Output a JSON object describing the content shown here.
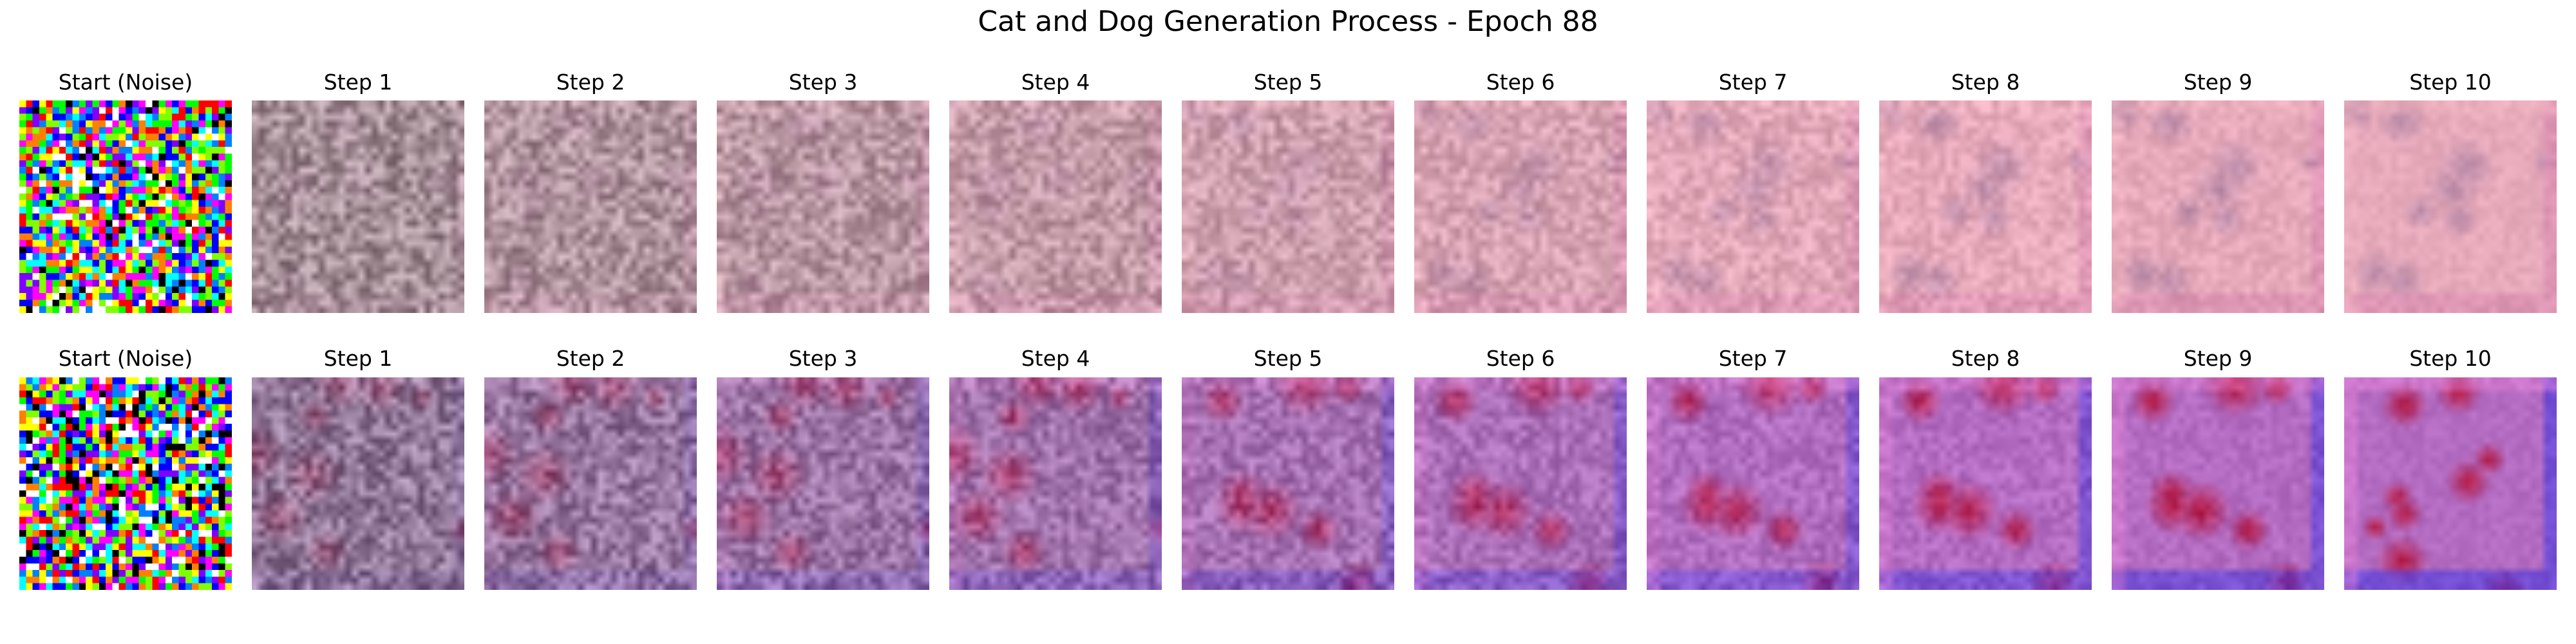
{
  "title": "Cat and Dog Generation Process - Epoch 88",
  "rows": [
    {
      "steps": [
        {
          "label": "Start (Noise)",
          "kind": "noise"
        },
        {
          "label": "Step 1",
          "kind": "step",
          "level": 1
        },
        {
          "label": "Step 2",
          "kind": "step",
          "level": 2
        },
        {
          "label": "Step 3",
          "kind": "step",
          "level": 3
        },
        {
          "label": "Step 4",
          "kind": "step",
          "level": 4
        },
        {
          "label": "Step 5",
          "kind": "step",
          "level": 5
        },
        {
          "label": "Step 6",
          "kind": "step",
          "level": 6
        },
        {
          "label": "Step 7",
          "kind": "step",
          "level": 7
        },
        {
          "label": "Step 8",
          "kind": "step",
          "level": 8
        },
        {
          "label": "Step 9",
          "kind": "step",
          "level": 9
        },
        {
          "label": "Step 10",
          "kind": "step",
          "level": 10
        }
      ],
      "palette": {
        "base": "#e7aabb",
        "blob": "#b98aa8",
        "accent": "#f4b6c2",
        "edge": "#d889b0"
      }
    },
    {
      "steps": [
        {
          "label": "Start (Noise)",
          "kind": "noise"
        },
        {
          "label": "Step 1",
          "kind": "step",
          "level": 1
        },
        {
          "label": "Step 2",
          "kind": "step",
          "level": 2
        },
        {
          "label": "Step 3",
          "kind": "step",
          "level": 3
        },
        {
          "label": "Step 4",
          "kind": "step",
          "level": 4
        },
        {
          "label": "Step 5",
          "kind": "step",
          "level": 5
        },
        {
          "label": "Step 6",
          "kind": "step",
          "level": 6
        },
        {
          "label": "Step 7",
          "kind": "step",
          "level": 7
        },
        {
          "label": "Step 8",
          "kind": "step",
          "level": 8
        },
        {
          "label": "Step 9",
          "kind": "step",
          "level": 9
        },
        {
          "label": "Step 10",
          "kind": "step",
          "level": 10
        }
      ],
      "palette": {
        "base": "#b36cc2",
        "blob": "#b3143c",
        "accent": "#f48adf",
        "edge": "#4a3be0"
      }
    }
  ]
}
